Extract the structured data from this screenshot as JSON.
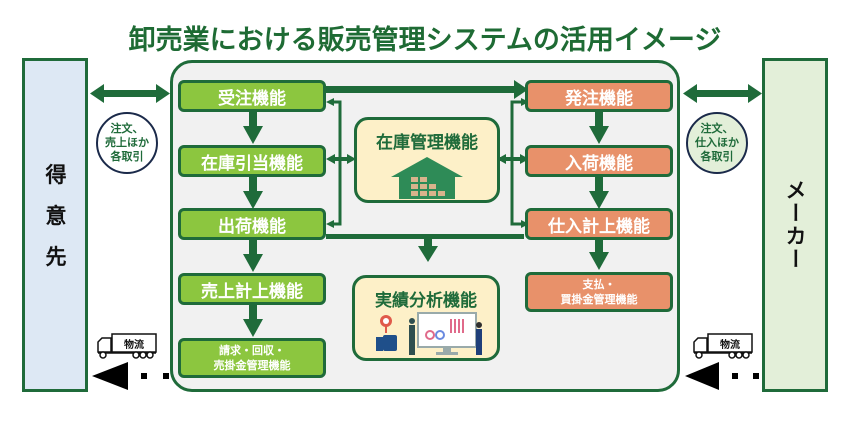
{
  "title": "卸売業における販売管理システムの活用イメージ",
  "left_party": {
    "label": "得意先",
    "color": "#dde8f4"
  },
  "right_party": {
    "label": "メーカー",
    "color": "#e3efd9"
  },
  "left_exchange": {
    "lines": [
      "注文、",
      "売上ほか",
      "各取引"
    ]
  },
  "right_exchange": {
    "lines": [
      "注文、",
      "仕入ほか",
      "各取引"
    ]
  },
  "logistics_label": "物流",
  "colors": {
    "dark_green": "#1f6b3a",
    "sales_box": "#8cc63f",
    "purchase_box": "#e8916a",
    "center_box": "#fdf0c8",
    "title": "#1e6b34"
  },
  "sales_column": [
    {
      "label": "受注機能"
    },
    {
      "label": "在庫引当機能"
    },
    {
      "label": "出荷機能"
    },
    {
      "label": "売上計上機能"
    },
    {
      "lines": [
        "請求・回収・",
        "売掛金管理機能"
      ]
    }
  ],
  "center_column": [
    {
      "label": "在庫管理機能",
      "icon": "warehouse-icon"
    },
    {
      "label": "実績分析機能",
      "icon": "analytics-illustration"
    }
  ],
  "purchase_column": [
    {
      "label": "発注機能"
    },
    {
      "label": "入荷機能"
    },
    {
      "label": "仕入計上機能"
    },
    {
      "lines": [
        "支払・",
        "買掛金管理機能"
      ]
    }
  ]
}
